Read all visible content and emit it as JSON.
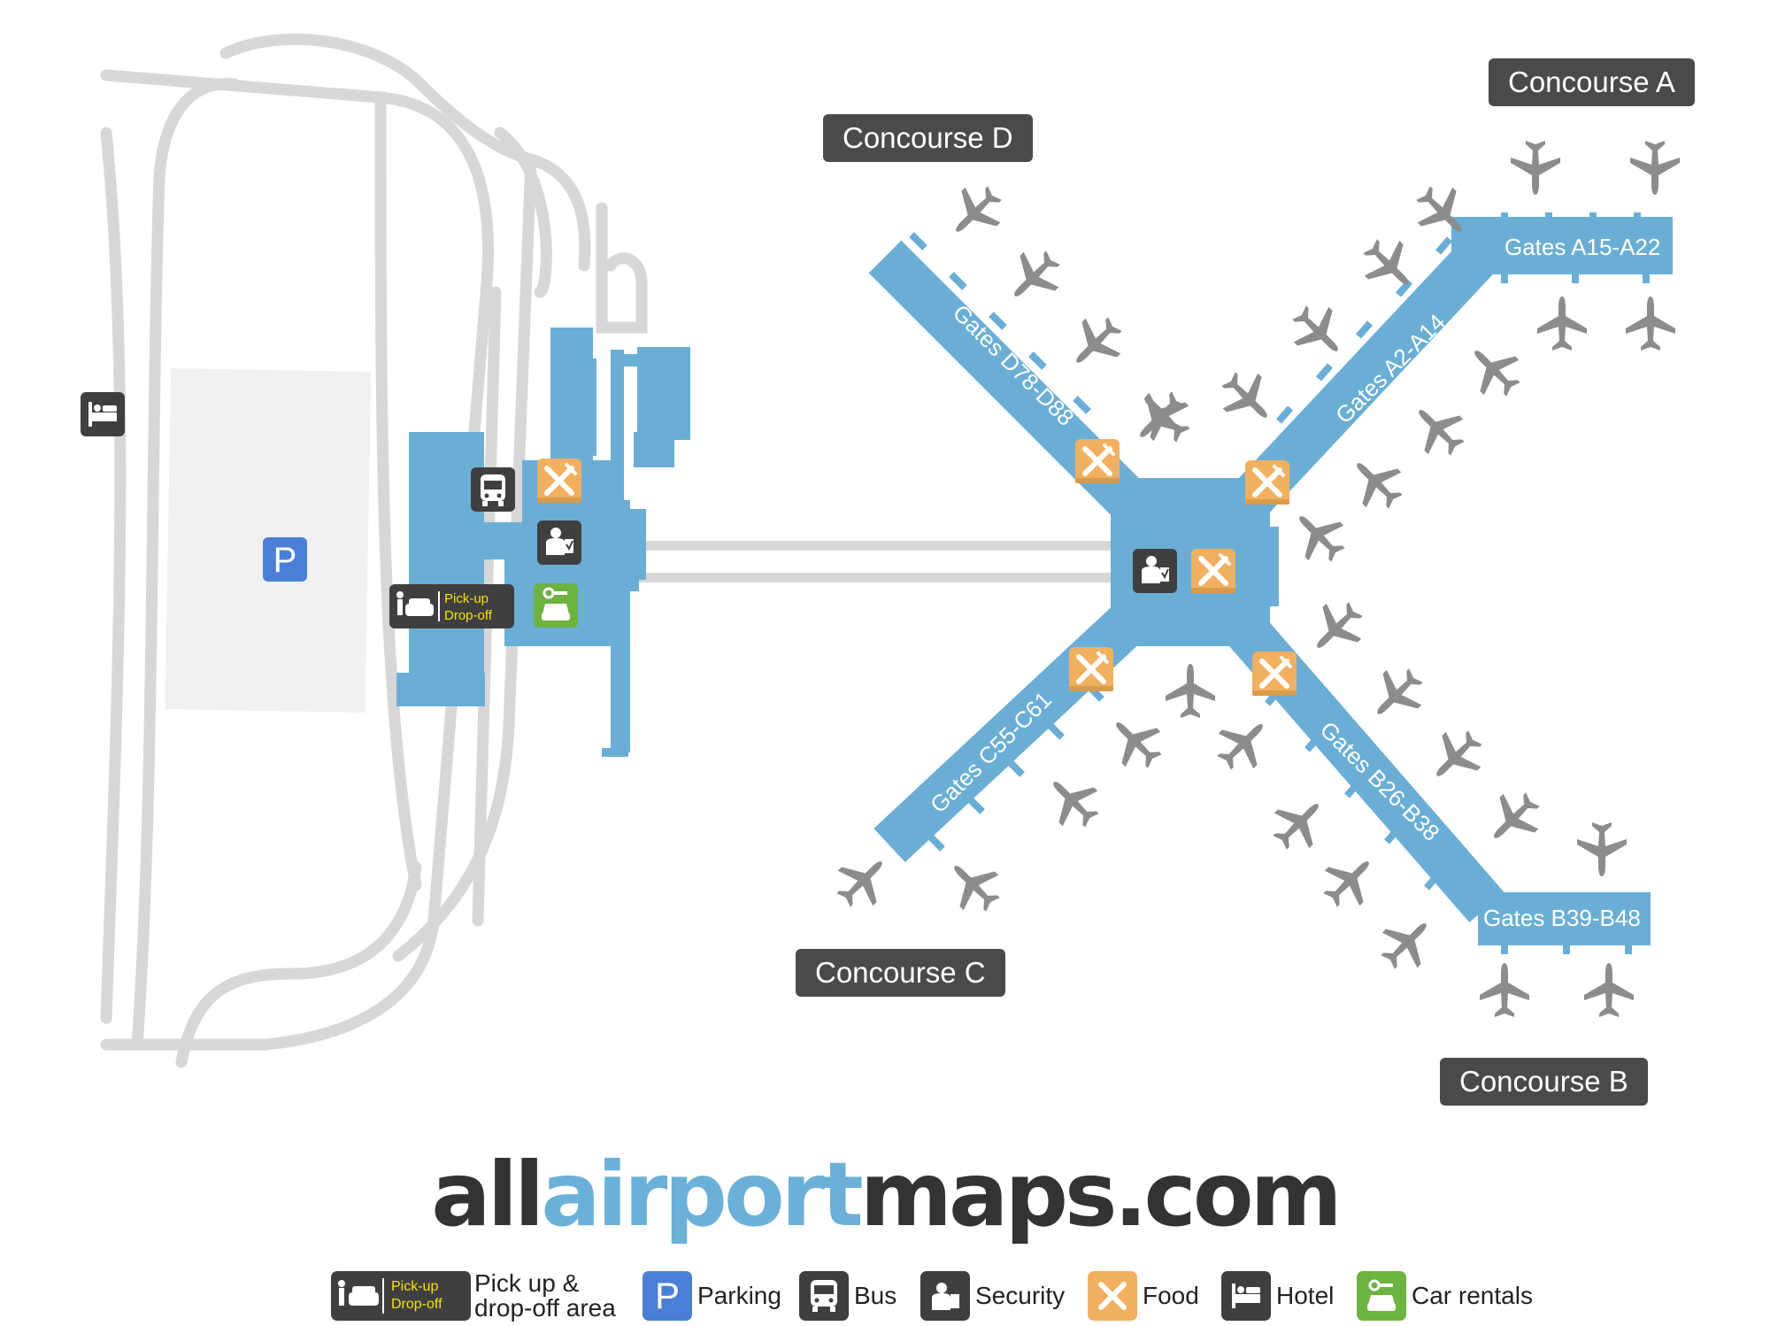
{
  "site": {
    "logo_part1": "all",
    "logo_part2": "airport",
    "logo_part3": "maps.com"
  },
  "concourses": {
    "a": "Concourse A",
    "b": "Concourse B",
    "c": "Concourse C",
    "d": "Concourse D"
  },
  "gates": {
    "a1": "Gates A15-A22",
    "a2": "Gates A2-A14",
    "b1": "Gates B26-B38",
    "b2": "Gates B39-B48",
    "c": "Gates C55-C61",
    "d": "Gates D78-D88"
  },
  "map_icons": {
    "parking_letter": "P",
    "pickup_line1": "Pick-up",
    "pickup_line2": "Drop-off"
  },
  "legend": {
    "pickup_line1": "Pick-up",
    "pickup_line2": "Drop-off",
    "pickup_label_1": "Pick up &",
    "pickup_label_2": "drop-off area",
    "parking_letter": "P",
    "parking": "Parking",
    "bus": "Bus",
    "security": "Security",
    "food": "Food",
    "hotel": "Hotel",
    "car_rentals": "Car rentals"
  },
  "colors": {
    "terminal": "#6aaed6",
    "road": "#d7d7d7",
    "label_bg": "#4a4a4a",
    "food": "#f1b060",
    "parking": "#4a7fd8",
    "car_rental": "#6db33f",
    "dark_icon": "#3f3f3f",
    "plane": "#8a8c8e"
  },
  "icons": [
    "bed-icon",
    "bus-icon",
    "security-icon",
    "food-icon",
    "car-rental-icon",
    "pickup-icon",
    "plane-icon"
  ]
}
